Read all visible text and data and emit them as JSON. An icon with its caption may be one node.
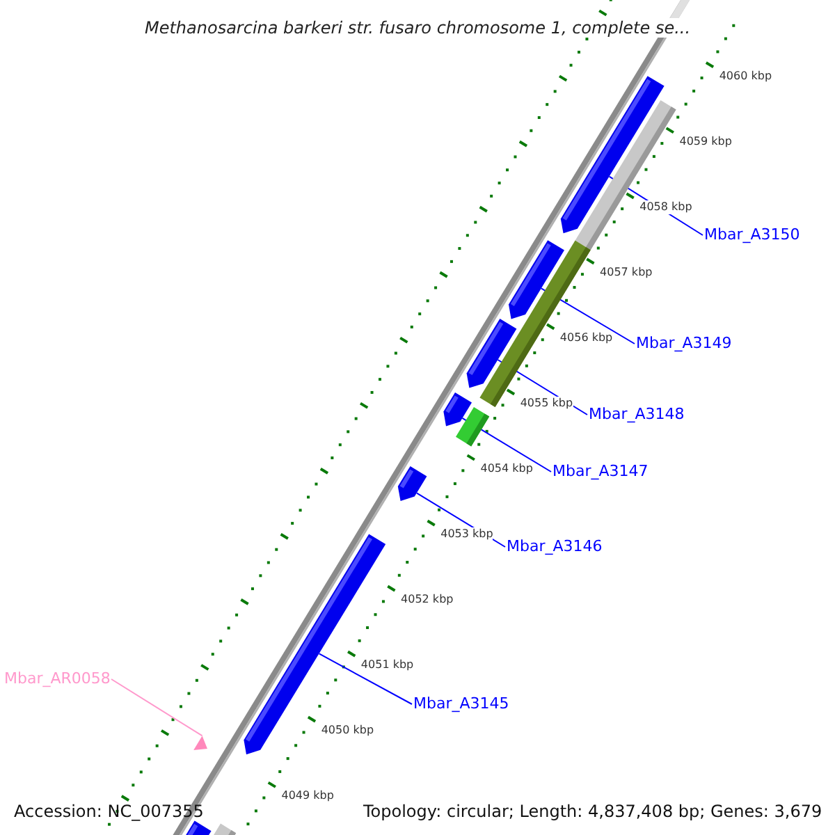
{
  "diagram": {
    "title": "Methanosarcina barkeri str. fusaro chromosome 1, complete se...",
    "nodes": [
      {
        "text": [
          "Mbar_A3150"
        ]
      },
      {
        "text": [
          "Mbar_A3149"
        ]
      },
      {
        "text": [
          "Mbar_A3148"
        ]
      },
      {
        "text": [
          "Mbar_A3147"
        ]
      },
      {
        "text": [
          "Mbar_A3146"
        ]
      },
      {
        "text": [
          "Mbar_AR0058"
        ]
      },
      {
        "text": [
          "Mbar_A3145"
        ]
      },
      {
        "text": [],
        "shape": "pentagon"
      },
      {
        "text": [],
        "shape": "bar"
      },
      {
        "text": [],
        "shape": "pentagon"
      },
      {
        "text": [],
        "shape": "bar"
      },
      {
        "text": [],
        "shape": "pentagon"
      },
      {
        "text": [],
        "shape": "pentagon"
      },
      {
        "text": [],
        "shape": "bar"
      },
      {
        "text": [],
        "shape": "pentagon"
      },
      {
        "text": [],
        "shape": "pentagon"
      },
      {
        "text": [],
        "shape": "triangle"
      },
      {
        "text": [],
        "shape": "pentagon"
      },
      {
        "text": [],
        "shape": "bar"
      }
    ],
    "edges": [
      {
        "from": 0,
        "to": 7,
        "arrow": "none"
      },
      {
        "from": 1,
        "to": 9,
        "arrow": "none"
      },
      {
        "from": 2,
        "to": 11,
        "arrow": "none"
      },
      {
        "from": 3,
        "to": 12,
        "arrow": "none"
      },
      {
        "from": 4,
        "to": 14,
        "arrow": "none"
      },
      {
        "from": 5,
        "to": 16,
        "arrow": "none",
        "color": "#ff99cc"
      },
      {
        "from": 6,
        "to": 15,
        "arrow": "none"
      }
    ],
    "labels": [
      "4060 kbp",
      "4059 kbp",
      "4058 kbp",
      "4057 kbp",
      "4056 kbp",
      "4055 kbp",
      "4054 kbp",
      "4053 kbp",
      "4052 kbp",
      "4051 kbp",
      "4050 kbp",
      "4049 kbp",
      "Accession: NC_007355",
      "Topology: circular; Length: 4,837,408 bp; Genes: 3,679"
    ]
  }
}
